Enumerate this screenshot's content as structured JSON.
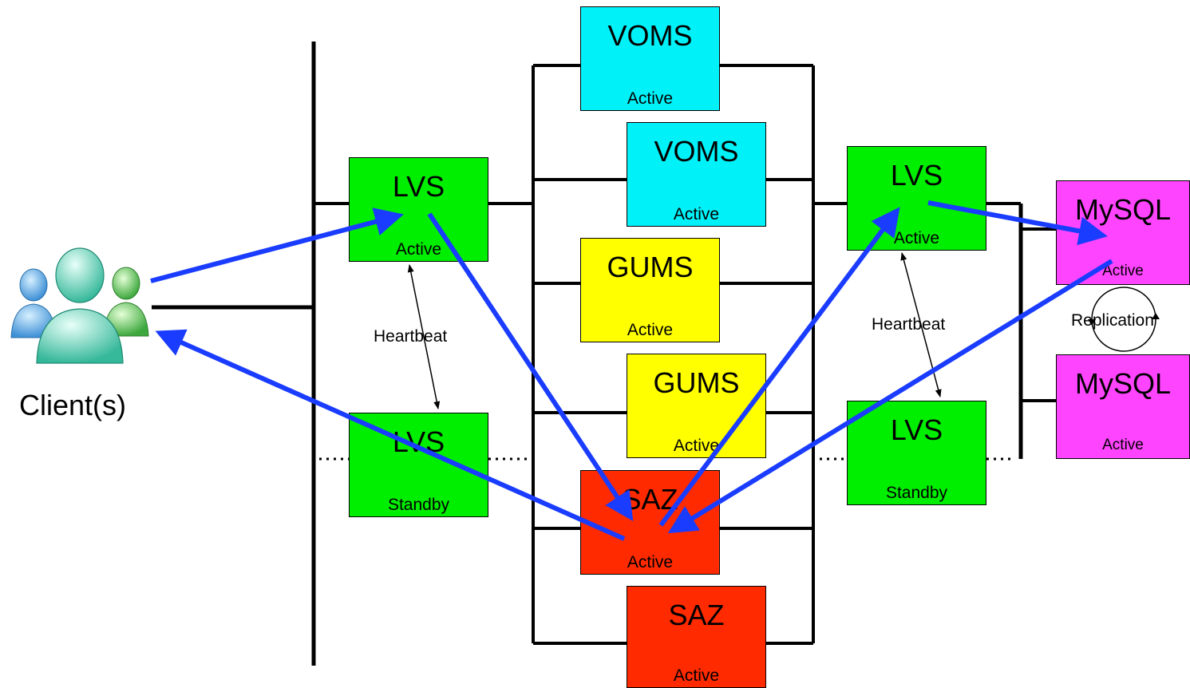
{
  "colors": {
    "lvs": "#00ee00",
    "voms": "#00f2f8",
    "gums": "#ffff00",
    "saz": "#ff2a00",
    "mysql": "#ff44ff",
    "flow_arrow": "#1a3cff",
    "line": "#000000"
  },
  "client": {
    "label": "Client(s)",
    "icon": "users-group-icon"
  },
  "nodes": {
    "lvs_left_active": {
      "name": "LVS",
      "state": "Active"
    },
    "lvs_left_standby": {
      "name": "LVS",
      "state": "Standby"
    },
    "voms_1": {
      "name": "VOMS",
      "state": "Active"
    },
    "voms_2": {
      "name": "VOMS",
      "state": "Active"
    },
    "gums_1": {
      "name": "GUMS",
      "state": "Active"
    },
    "gums_2": {
      "name": "GUMS",
      "state": "Active"
    },
    "saz_1": {
      "name": "SAZ",
      "state": "Active"
    },
    "saz_2": {
      "name": "SAZ",
      "state": "Active"
    },
    "lvs_right_active": {
      "name": "LVS",
      "state": "Active"
    },
    "lvs_right_standby": {
      "name": "LVS",
      "state": "Standby"
    },
    "mysql_1": {
      "name": "MySQL",
      "state": "Active"
    },
    "mysql_2": {
      "name": "MySQL",
      "state": "Active"
    }
  },
  "labels": {
    "heartbeat_left": "Heartbeat",
    "heartbeat_right": "Heartbeat",
    "replication": "Replication"
  }
}
